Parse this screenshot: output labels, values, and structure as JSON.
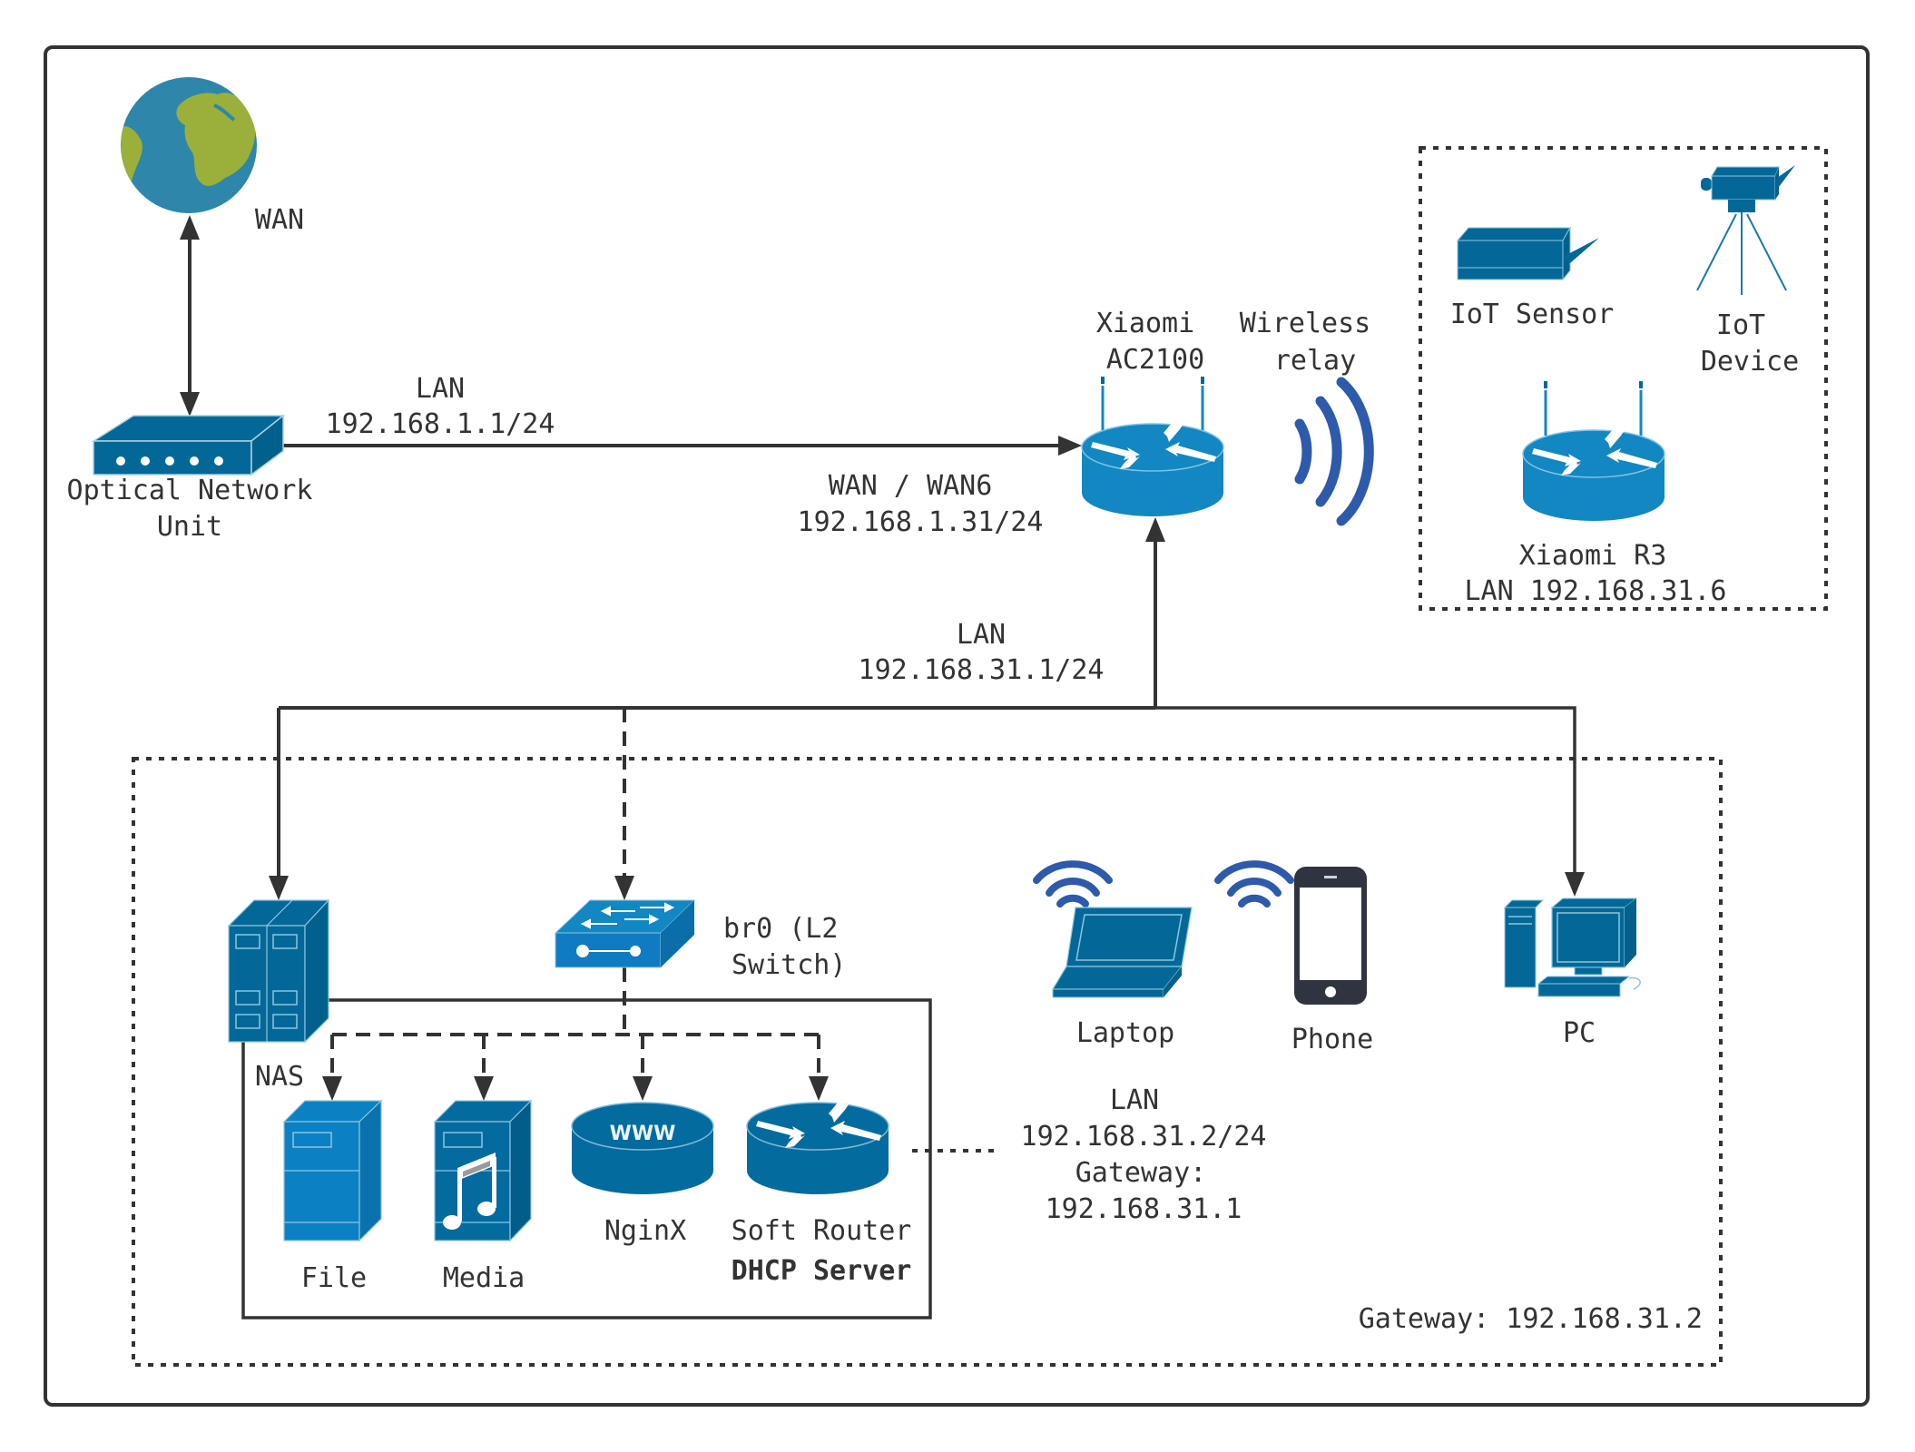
{
  "diagram": {
    "colors": {
      "device_blue": "#036897",
      "device_bright_blue": "#1287c1",
      "wireless_blue": "#2d5aab",
      "globe_ocean": "#2e86ab",
      "globe_land": "#9bb03a",
      "phone_dark": "#2f3440",
      "line": "#333333"
    },
    "internet": {
      "icon": "globe-icon",
      "label": "WAN"
    },
    "onu": {
      "icon": "modem-icon",
      "label_line1": "Optical Network",
      "label_line2": "Unit"
    },
    "onu_link": {
      "line1": "LAN",
      "line2": "192.168.1.1/24"
    },
    "main_router": {
      "icon": "router-icon",
      "label_line1": "Xiaomi",
      "label_line2": "AC2100",
      "wan_line1": "WAN / WAN6",
      "wan_line2": "192.168.1.31/24",
      "lan_line1": "LAN",
      "lan_line2": "192.168.31.1/24"
    },
    "wireless_relay": {
      "icon": "wireless-signal-icon",
      "label_line1": "Wireless",
      "label_line2": "relay"
    },
    "iot_group": {
      "sensor": {
        "icon": "sensor-icon",
        "label": "IoT Sensor"
      },
      "device": {
        "icon": "camera-icon",
        "label_line1": "IoT",
        "label_line2": "Device"
      },
      "router": {
        "icon": "router-icon",
        "label_line1": "Xiaomi R3",
        "label_line2": "LAN 192.168.31.6"
      }
    },
    "lan_group": {
      "nas": {
        "icon": "nas-server-icon",
        "label": "NAS"
      },
      "switch": {
        "icon": "switch-icon",
        "label_line1": "br0 (L2",
        "label_line2": "Switch)"
      },
      "services": [
        {
          "icon": "file-server-icon",
          "label": "File"
        },
        {
          "icon": "media-server-icon",
          "label": "Media"
        },
        {
          "icon": "www-server-icon",
          "label": "NginX"
        },
        {
          "icon": "router-icon",
          "label_line1": "Soft Router",
          "label_line2": "DHCP Server"
        }
      ],
      "soft_router_info": {
        "line1": "LAN",
        "line2": "192.168.31.2/24",
        "line3": "Gateway:",
        "line4": "192.168.31.1"
      },
      "clients": {
        "laptop": {
          "icon": "laptop-icon",
          "label": "Laptop"
        },
        "phone": {
          "icon": "smartphone-icon",
          "label": "Phone"
        },
        "pc": {
          "icon": "desktop-pc-icon",
          "label": "PC"
        }
      },
      "gateway_note": "Gateway: 192.168.31.2"
    }
  }
}
